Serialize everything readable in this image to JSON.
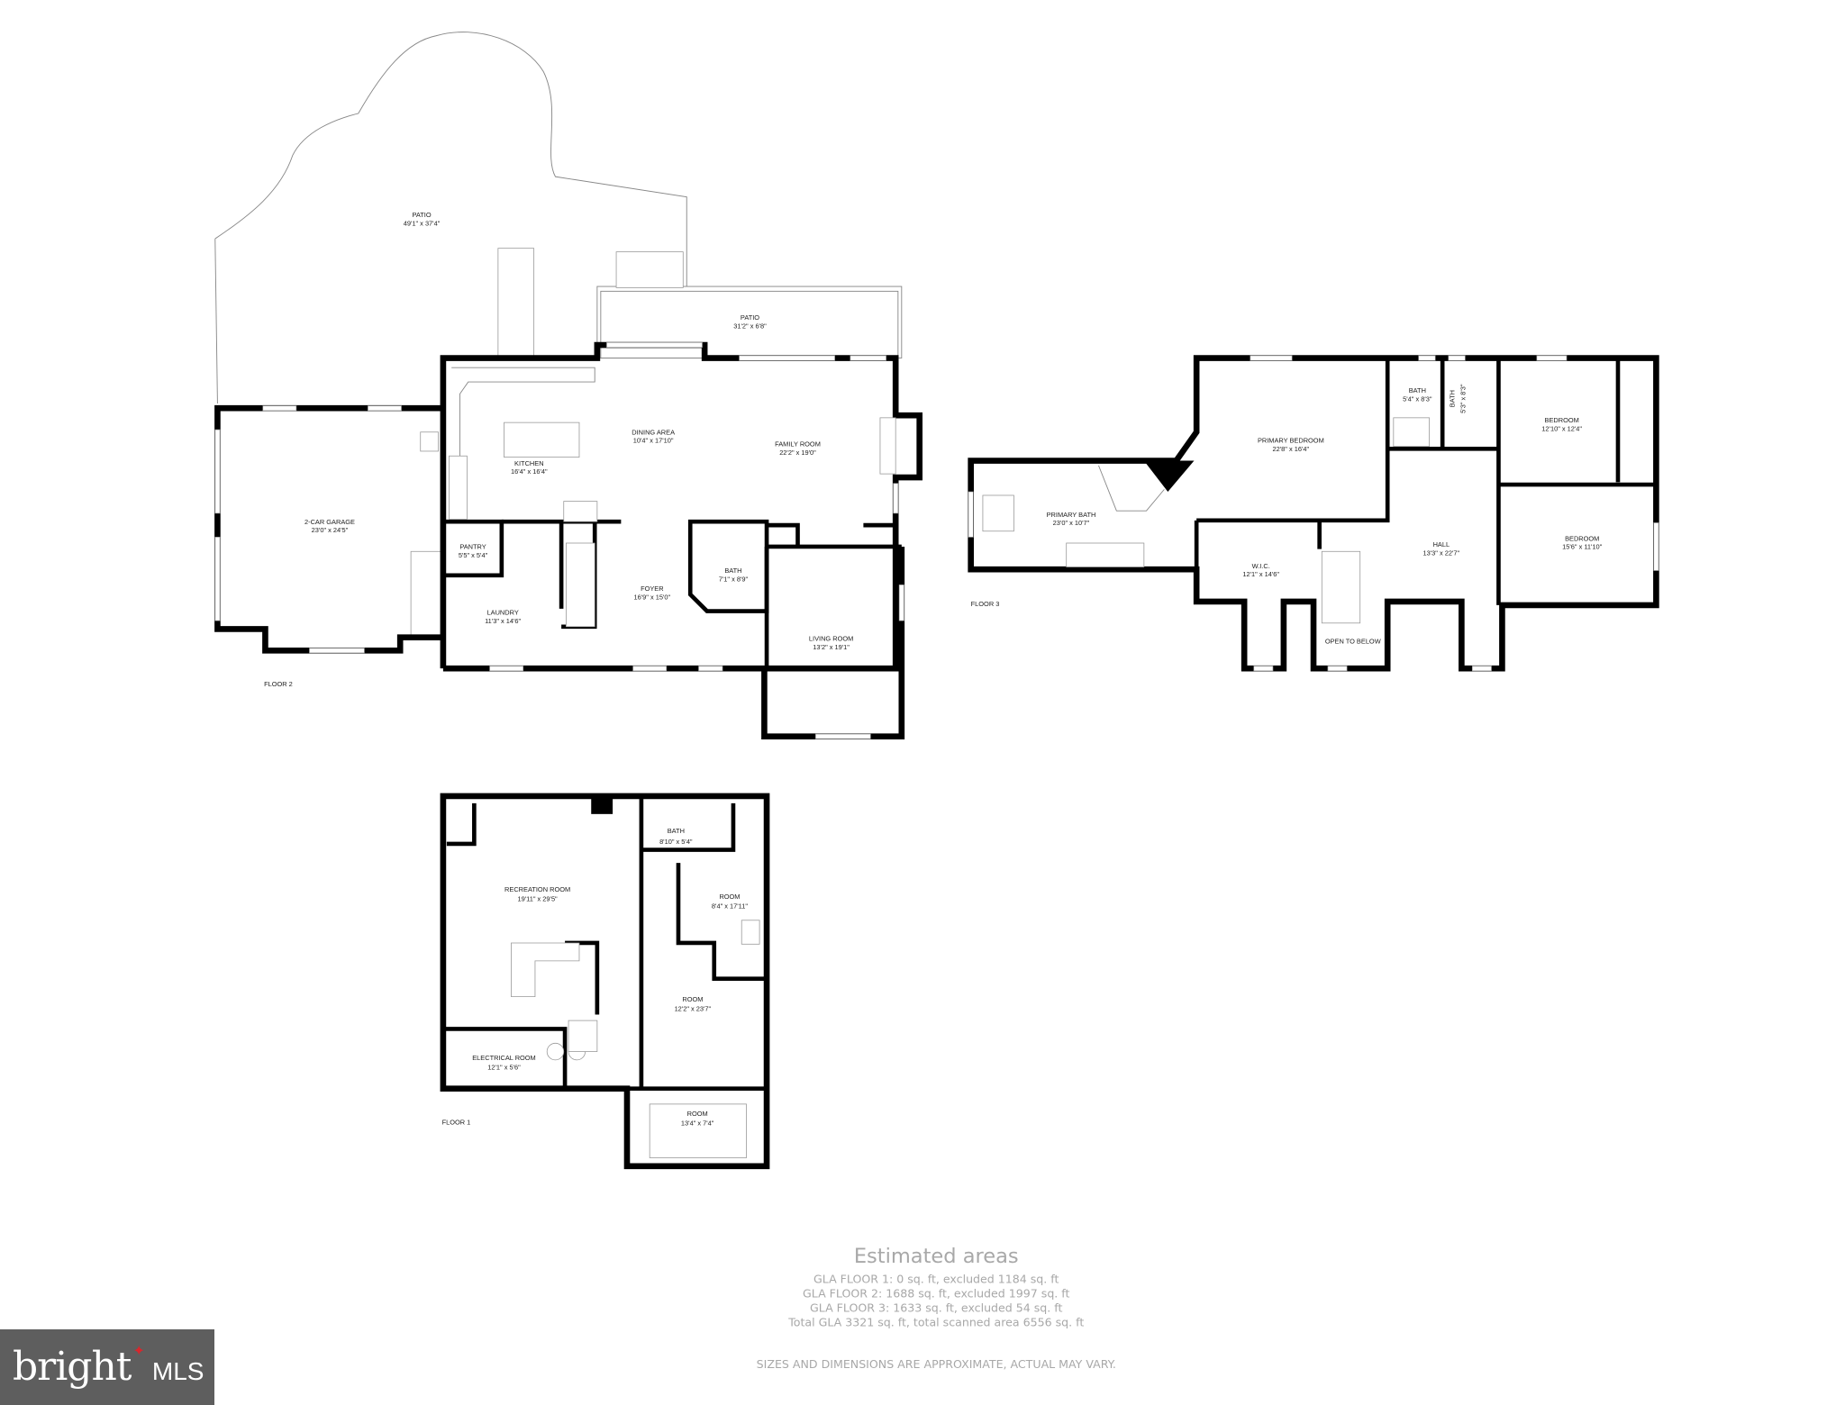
{
  "floor2": {
    "label": "FLOOR 2",
    "rooms": [
      {
        "name": "PATIO",
        "size": "49'1\" x 37'4\""
      },
      {
        "name": "PATIO",
        "size": "31'2\" x 6'8\""
      },
      {
        "name": "DINING AREA",
        "size": "10'4\" x 17'10\""
      },
      {
        "name": "KITCHEN",
        "size": "16'4\" x 16'4\""
      },
      {
        "name": "FAMILY ROOM",
        "size": "22'2\" x 19'0\""
      },
      {
        "name": "2-CAR GARAGE",
        "size": "23'0\" x 24'5\""
      },
      {
        "name": "PANTRY",
        "size": "5'5\" x 5'4\""
      },
      {
        "name": "LAUNDRY",
        "size": "11'3\" x 14'6\""
      },
      {
        "name": "FOYER",
        "size": "16'9\" x 15'0\""
      },
      {
        "name": "BATH",
        "size": "7'1\" x 8'9\""
      },
      {
        "name": "LIVING ROOM",
        "size": "13'2\" x 19'1\""
      }
    ]
  },
  "floor3": {
    "label": "FLOOR 3",
    "rooms": [
      {
        "name": "PRIMARY BEDROOM",
        "size": "22'8\" x 16'4\""
      },
      {
        "name": "PRIMARY BATH",
        "size": "23'0\" x 10'7\""
      },
      {
        "name": "BATH",
        "size": "5'4\" x 8'3\""
      },
      {
        "name": "BATH",
        "size": "5'3\" x 8'3\""
      },
      {
        "name": "BEDROOM",
        "size": "12'10\" x 12'4\""
      },
      {
        "name": "BEDROOM",
        "size": "15'6\" x 11'10\""
      },
      {
        "name": "HALL",
        "size": "13'3\" x 22'7\""
      },
      {
        "name": "W.I.C.",
        "size": "12'1\" x 14'6\""
      },
      {
        "name": "OPEN TO BELOW",
        "size": ""
      }
    ]
  },
  "floor1": {
    "label": "FLOOR 1",
    "rooms": [
      {
        "name": "RECREATION ROOM",
        "size": "19'11\" x 29'5\""
      },
      {
        "name": "BATH",
        "size": "8'10\" x 5'4\""
      },
      {
        "name": "ROOM",
        "size": "8'4\" x 17'11\""
      },
      {
        "name": "ROOM",
        "size": "12'2\" x 23'7\""
      },
      {
        "name": "ELECTRICAL ROOM",
        "size": "12'1\" x 5'6\""
      },
      {
        "name": "ROOM",
        "size": "13'4\" x 7'4\""
      }
    ]
  },
  "summary": {
    "title": "Estimated areas",
    "lines": [
      "GLA FLOOR 1: 0 sq. ft, excluded 1184 sq. ft",
      "GLA FLOOR 2: 1688 sq. ft, excluded 1997 sq. ft",
      "GLA FLOOR 3: 1633 sq. ft, excluded 54 sq. ft",
      "Total GLA 3321 sq. ft, total scanned area 6556 sq. ft"
    ],
    "disclaimer": "SIZES AND DIMENSIONS ARE APPROXIMATE, ACTUAL MAY VARY."
  },
  "logo": {
    "word": "bright",
    "suffix": "MLS",
    "accent": "#d9262c",
    "background": "#5e5e5e"
  }
}
